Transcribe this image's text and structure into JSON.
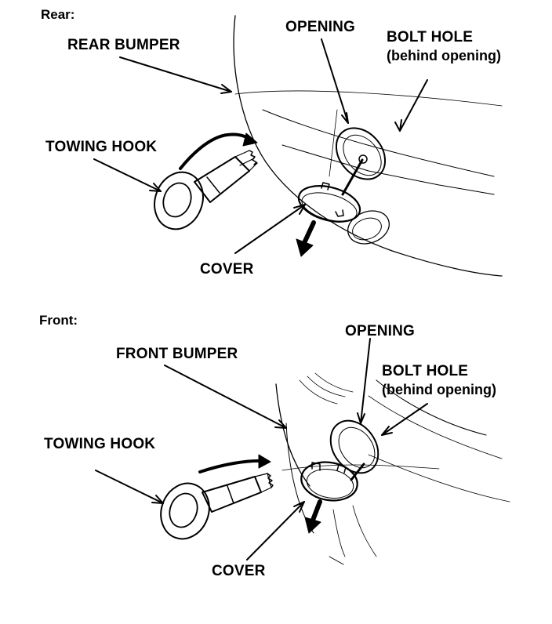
{
  "rear": {
    "section_title": "Rear:",
    "labels": {
      "bumper": "REAR BUMPER",
      "opening": "OPENING",
      "bolt_hole": "BOLT HOLE",
      "bolt_hole_note": "(behind opening)",
      "towing_hook": "TOWING HOOK",
      "cover": "COVER"
    }
  },
  "front": {
    "section_title": "Front:",
    "labels": {
      "bumper": "FRONT BUMPER",
      "opening": "OPENING",
      "bolt_hole": "BOLT HOLE",
      "bolt_hole_note": "(behind opening)",
      "towing_hook": "TOWING HOOK",
      "cover": "COVER"
    }
  },
  "colors": {
    "ink": "#000000",
    "background": "#ffffff"
  }
}
